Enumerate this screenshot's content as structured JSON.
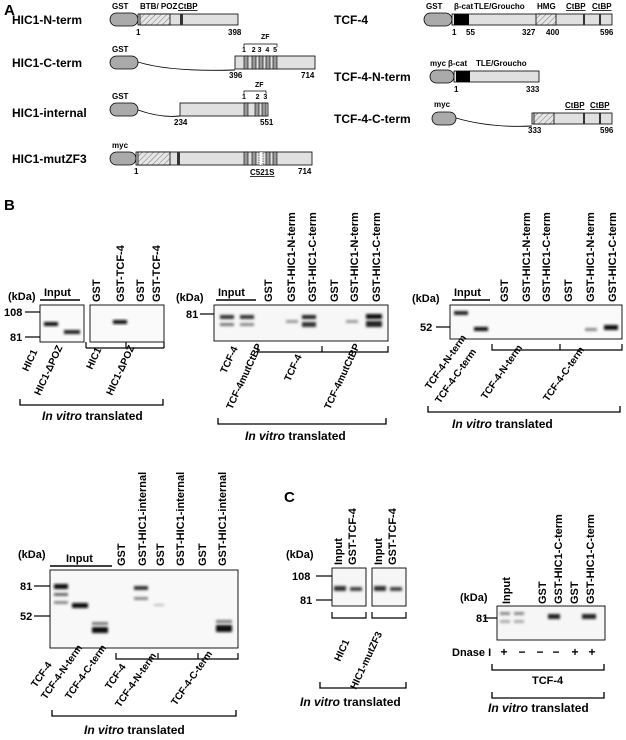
{
  "panels": {
    "a": "A",
    "b": "B",
    "c": "C"
  },
  "constructs": {
    "hic1_n": {
      "name": "HIC1-N-term",
      "gst": "GST",
      "btb": "BTB/ POZ",
      "ctbp": "CtBP",
      "start": "1",
      "end": "398"
    },
    "hic1_c": {
      "name": "HIC1-C-term",
      "gst": "GST",
      "zf": "ZF",
      "zf_nums": "1   2 3  4  5",
      "start": "396",
      "end": "714"
    },
    "hic1_int": {
      "name": "HIC1-internal",
      "gst": "GST",
      "zf": "ZF",
      "zf_nums": "1     2  3",
      "start": "234",
      "end": "551"
    },
    "hic1_mut": {
      "name": "HIC1-mutZF3",
      "myc": "myc",
      "start": "1",
      "mut": "C521S",
      "end": "714"
    },
    "tcf4": {
      "name": "TCF-4",
      "gst": "GST",
      "bcat": "β-cat",
      "tle": "TLE/Groucho",
      "hmg": "HMG",
      "ctbp1": "CtBP",
      "ctbp2": "CtBP",
      "n1": "1",
      "n55": "55",
      "n327": "327",
      "n400": "400",
      "n596": "596"
    },
    "tcf4_n": {
      "name": "TCF-4-N-term",
      "myc": "myc",
      "bcat": "β-cat",
      "tle": "TLE/Groucho",
      "start": "1",
      "end": "333"
    },
    "tcf4_c": {
      "name": "TCF-4-C-term",
      "myc": "myc",
      "ctbp1": "CtBP",
      "ctbp2": "CtBP",
      "start": "333",
      "end": "596"
    }
  },
  "common": {
    "kda": "(kDa)",
    "input": "Input",
    "gst": "GST",
    "invitro_italic": "In vitro",
    "translated": " translated"
  },
  "blot1": {
    "lane_gst_tcf4": "GST-TCF-4",
    "mw": [
      "108",
      "81"
    ],
    "bottom": [
      "HIC1",
      "HIC1-ΔPOZ",
      "HIC1",
      "HIC1-ΔPOZ"
    ]
  },
  "blot2": {
    "lane_n": "GST-HIC1-N-term",
    "lane_c": "GST-HIC1-C-term",
    "mw": [
      "81"
    ],
    "bottom": [
      "TCF-4",
      "TCF-4mutCtBP",
      "TCF-4",
      "TCF-4mutCtBP"
    ]
  },
  "blot3": {
    "lane_n": "GST-HIC1-N-term",
    "lane_c": "GST-HIC1-C-term",
    "mw": [
      "52"
    ],
    "bottom": [
      "TCF-4-N-term",
      "TCF-4-C-term",
      "TCF-4-N-term",
      "TCF-4-C-term"
    ]
  },
  "blot4": {
    "lane_int": "GST-HIC1-internal",
    "mw": [
      "81",
      "52"
    ],
    "bottom": [
      "TCF-4",
      "TCF-4-N-term",
      "TCF-4-C-term",
      "TCF-4",
      "TCF-4-N-term",
      "TCF-4-C-term"
    ]
  },
  "blot5": {
    "lane_gst_tcf4": "GST-TCF-4",
    "mw": [
      "108",
      "81"
    ],
    "bottom": [
      "HIC1",
      "HIC1-mutZF3"
    ]
  },
  "blot6": {
    "lane_c": "GST-HIC1-C-term",
    "mw": [
      "81"
    ],
    "dnase": "Dnase I",
    "signs": [
      "+",
      "−",
      "−",
      "−",
      "+",
      "+"
    ],
    "bottom": "TCF-4"
  }
}
